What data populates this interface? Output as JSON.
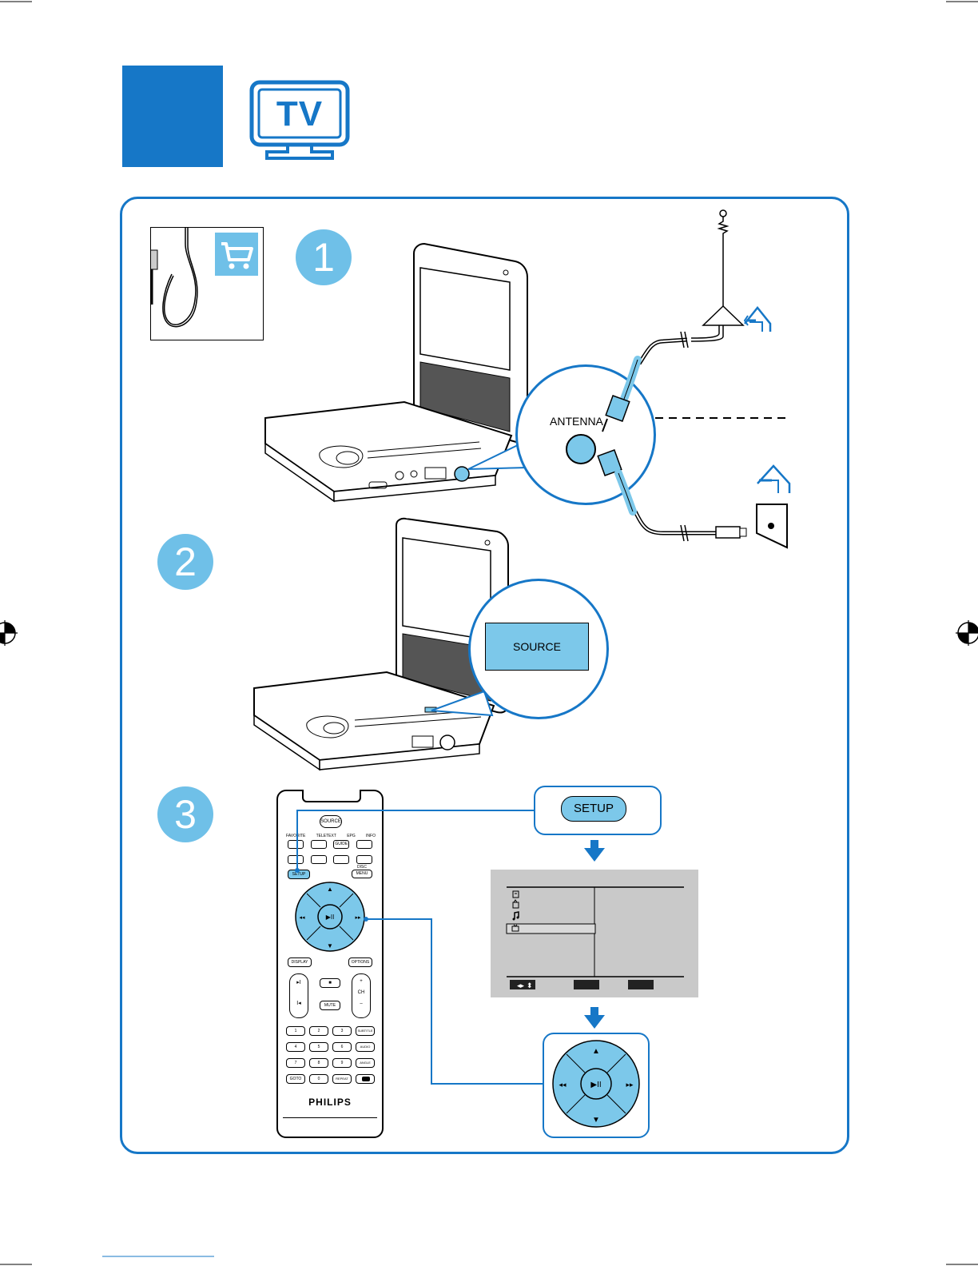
{
  "header": {
    "block_color": "#1677c7",
    "tv_badge": "TV"
  },
  "steps": [
    {
      "number": "1"
    },
    {
      "number": "2"
    },
    {
      "number": "3"
    }
  ],
  "step1": {
    "connector_label": "ANTENNA"
  },
  "step2": {
    "button_label": "SOURCE"
  },
  "step3": {
    "setup_callout": "SETUP",
    "remote": {
      "row1": [
        "SOURCE"
      ],
      "row2": [
        "FAVORITE",
        "TELETEXT",
        "EPG",
        "INFO"
      ],
      "row3_right": "GUIDE",
      "setup": "SETUP",
      "disc_menu": [
        "DISC",
        "MENU"
      ],
      "display": "DISPLAY",
      "options": "OPTIONS",
      "ch": "CH",
      "mute": "MUTE",
      "keypad": [
        "1",
        "2",
        "3",
        "SUBTITLE",
        "4",
        "5",
        "6",
        "AUDIO",
        "7",
        "8",
        "9",
        "ANGLE",
        "GOTO",
        "0",
        "REPEAT",
        ""
      ],
      "brand": "PHILIPS"
    }
  },
  "colors": {
    "accent_blue": "#1677c7",
    "light_blue": "#7cc8ea",
    "circle_blue": "#5fb6e4",
    "menu_grey": "#c9c9c9"
  }
}
